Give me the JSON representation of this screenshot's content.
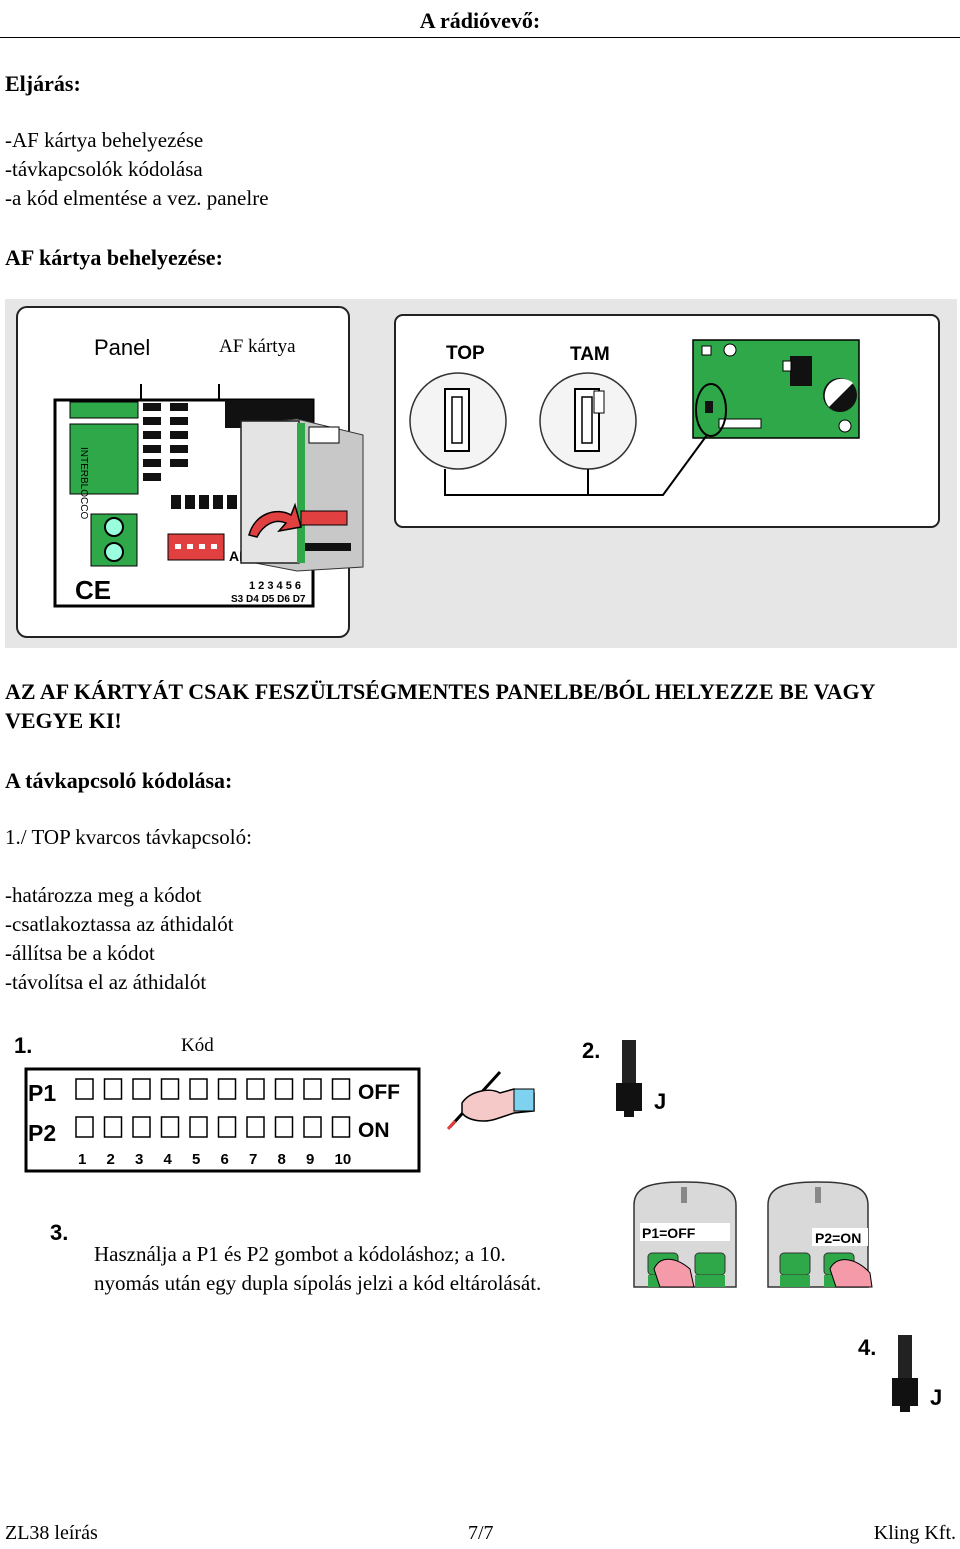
{
  "header": {
    "title": "A rádióvevő:"
  },
  "procedure": {
    "heading": "Eljárás:",
    "steps": [
      "-AF kártya behelyezése",
      "-távkapcsolók  kódolása",
      "-a kód elmentése a vez. panelre"
    ]
  },
  "af_section": {
    "heading": "AF kártya behelyezése:"
  },
  "figure_af": {
    "panel_label": "Panel",
    "card_label": "AF kártya",
    "top_label": "TOP",
    "tam_label": "TAM",
    "interblocco": "INTERBLOCCO",
    "af_mark": "AF",
    "ce_mark": "CE",
    "dip_numbers": "1 2 3 4 5 6",
    "dip_codes": "S3 D4 D5 D6 D7"
  },
  "warning": {
    "text": "AZ AF KÁRTYÁT CSAK FESZÜLTSÉGMENTES PANELBE/BÓL HELYEZZE BE VAGY VEGYE KI!"
  },
  "remote_section": {
    "heading": "A távkapcsoló kódolása:",
    "subheading": "1./ TOP kvarcos távkapcsoló:",
    "steps": [
      "-határozza meg a kódot",
      "-csatlakoztassa az áthidalót",
      "-állítsa be a kódot",
      "-távolítsa el az áthidalót"
    ]
  },
  "figure_code": {
    "step1": "1.",
    "code_label": "Kód",
    "p1": "P1",
    "p2": "P2",
    "off": "OFF",
    "on": "ON",
    "numbers": [
      "1",
      "2",
      "3",
      "4",
      "5",
      "6",
      "7",
      "8",
      "9",
      "10"
    ],
    "step2": "2.",
    "jumper_label": "J",
    "step3": "3.",
    "step3_text": "Használja a P1 és P2 gombot a kódoláshoz; a 10. nyomás után egy dupla sípolás jelzi a kód eltárolását.",
    "p1_off": "P1=OFF",
    "p2_on": "P2=ON",
    "step4": "4.",
    "jumper_label2": "J"
  },
  "footer": {
    "left": "ZL38 leírás",
    "center": "7/7",
    "right": "Kling Kft."
  },
  "colors": {
    "pcb_green": "#2fa84a",
    "connector_red": "#e04040",
    "card_gray": "#e4e4e4"
  }
}
